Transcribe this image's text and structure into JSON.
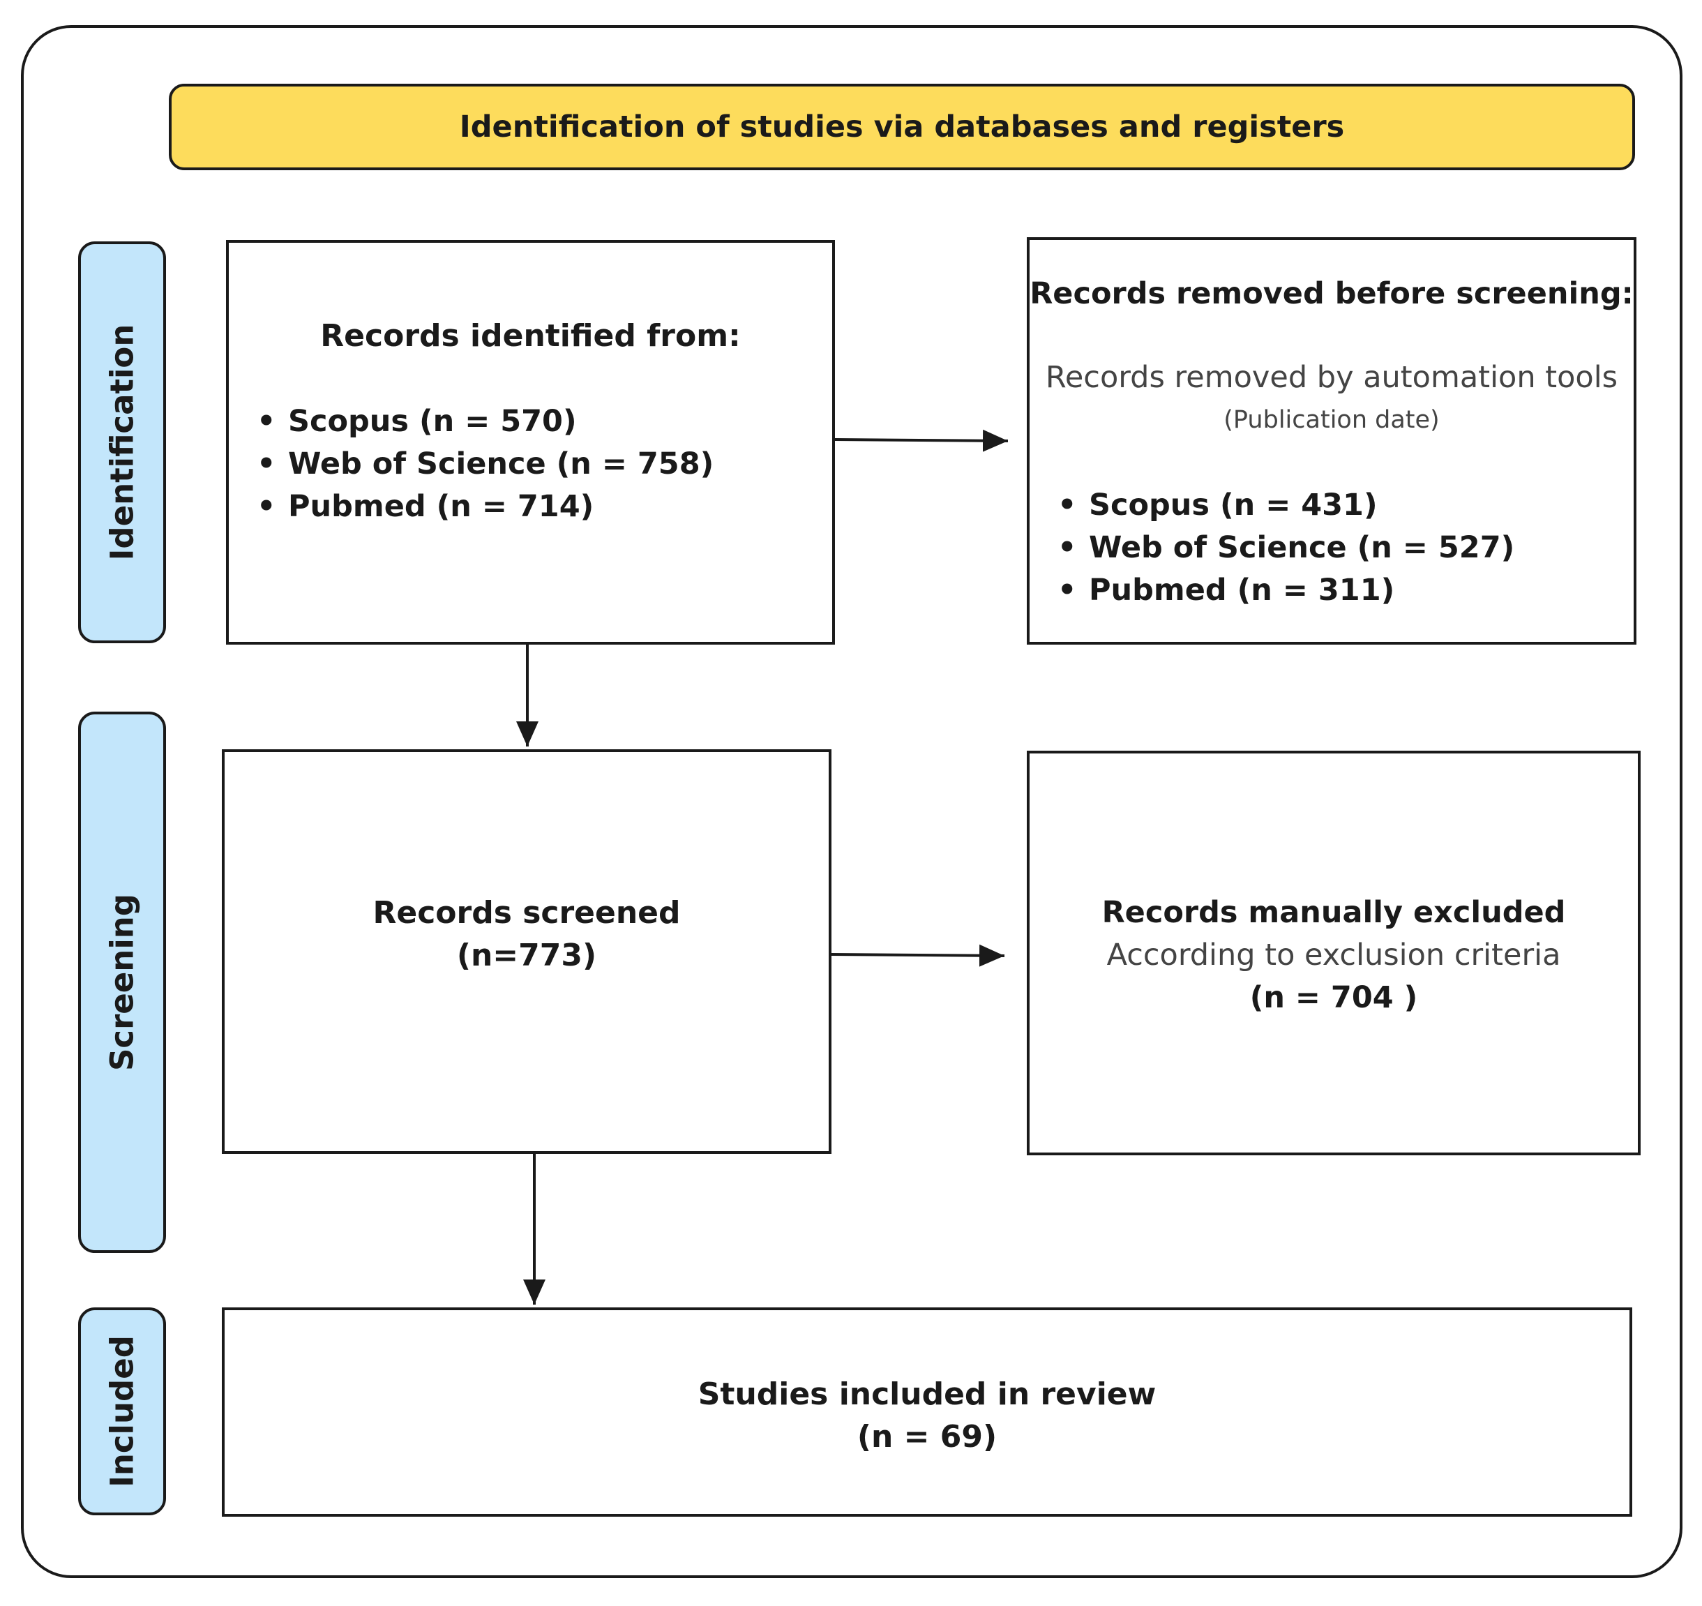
{
  "header": {
    "title": "Identification of studies via databases and registers"
  },
  "phases": {
    "identification": "Identification",
    "screening": "Screening",
    "included": "Included"
  },
  "identified": {
    "title": "Records identified from:",
    "items": [
      "Scopus (n = 570)",
      "Web of Science (n = 758)",
      "Pubmed (n = 714)"
    ]
  },
  "removed": {
    "title": "Records removed before screening:",
    "subtitle": "Records removed by automation tools",
    "note": "(Publication date)",
    "items": [
      "Scopus (n = 431)",
      "Web of Science (n = 527)",
      "Pubmed (n = 311)"
    ]
  },
  "screened": {
    "title": "Records screened",
    "count": "(n=773)"
  },
  "excluded": {
    "title": "Records manually excluded",
    "subtitle": "According to exclusion criteria",
    "count": "(n = 704 )"
  },
  "included": {
    "title": "Studies included in review",
    "count": "(n = 69)"
  },
  "colors": {
    "banner": "#fddc5c",
    "phase": "#c3e6fb",
    "stroke": "#1a1a1a"
  }
}
